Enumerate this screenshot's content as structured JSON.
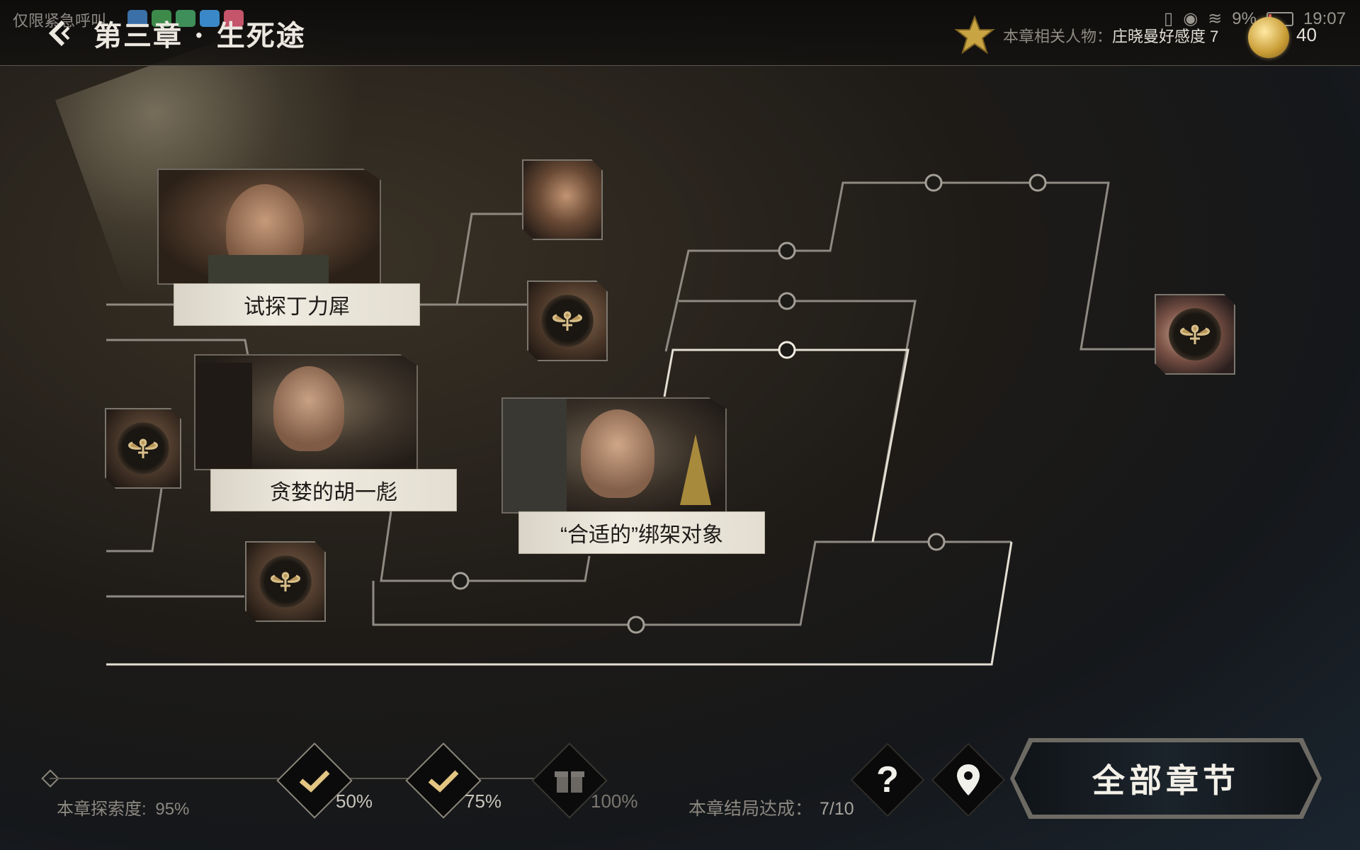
{
  "status_bar": {
    "left_text": "仅限紧急呼叫",
    "battery": "9%",
    "time": "19:07"
  },
  "header": {
    "chapter_title": "第三章 · 生死途",
    "related_label": "本章相关人物：",
    "related_value": "庄晓曼好感度 7",
    "coin_count": "40"
  },
  "story_nodes": [
    {
      "id": "node-1",
      "label": "试探丁力犀"
    },
    {
      "id": "node-2",
      "label": "贪婪的胡一彪"
    },
    {
      "id": "node-3",
      "label": "“合适的”绑架对象"
    }
  ],
  "footer": {
    "explore_label": "本章探索度:",
    "explore_value": "95%",
    "milestones": [
      {
        "pct": "50%",
        "state": "done"
      },
      {
        "pct": "75%",
        "state": "done"
      },
      {
        "pct": "100%",
        "state": "locked"
      }
    ],
    "ending_label": "本章结局达成：",
    "ending_value": "7/10",
    "all_chapters_label": "全部章节"
  },
  "colors": {
    "line": "#9e9a90",
    "line_bright": "#e8e4da",
    "label_bg": "#ebe7dc",
    "accent_gold": "#c7a46a"
  }
}
